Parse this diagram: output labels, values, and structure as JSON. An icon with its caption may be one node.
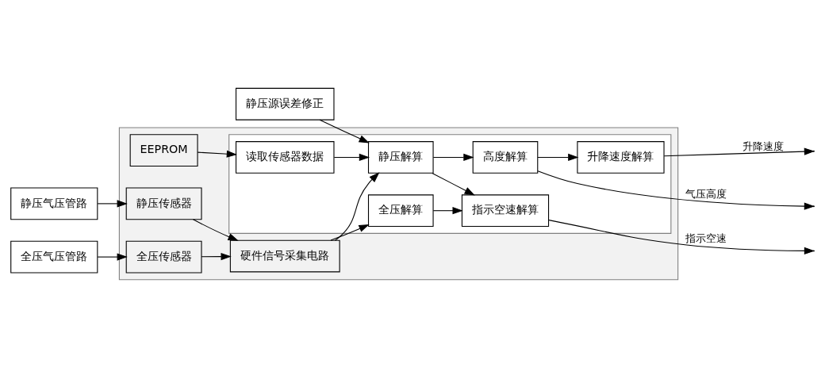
{
  "diagram": {
    "nodes": [
      {
        "text": [],
        "shape": "box"
      },
      {
        "text": [],
        "shape": "box",
        "in": 0
      },
      {
        "text": [
          "EEPROM"
        ],
        "in": 0
      },
      {
        "text": [
          "读取传感器数据"
        ],
        "in": 1
      },
      {
        "text": [
          "升降速度解算"
        ],
        "in": 1
      },
      {
        "text": [
          "静压源误差修正"
        ]
      },
      {
        "text": [
          "静压气压管路"
        ]
      },
      {
        "text": [
          "静压传感器"
        ],
        "in": 0
      },
      {
        "text": [
          "硬件信号采集电路"
        ],
        "in": 0
      },
      {
        "text": [
          "静压解算"
        ],
        "in": 1
      },
      {
        "text": [
          "高度解算"
        ],
        "in": 1
      },
      {
        "text": [
          "全压解算"
        ],
        "in": 1
      },
      {
        "text": [
          "指示空速解算"
        ],
        "in": 1
      },
      {
        "text": [
          "全压气压管路"
        ]
      },
      {
        "text": [
          "全压传感器"
        ],
        "in": 0
      }
    ],
    "edges": [
      {
        "from": 2,
        "to": 3,
        "arrow": "to"
      },
      {
        "from": 3,
        "to": 9,
        "arrow": "to"
      },
      {
        "from": 5,
        "to": 9,
        "arrow": "to"
      },
      {
        "from": 6,
        "to": 7,
        "arrow": "to"
      },
      {
        "from": 7,
        "to": 8,
        "arrow": "to"
      },
      {
        "from": 13,
        "to": 14,
        "arrow": "to"
      },
      {
        "from": 14,
        "to": 8,
        "arrow": "to"
      },
      {
        "from": 8,
        "to": 9,
        "arrow": "to"
      },
      {
        "from": 8,
        "to": 11,
        "arrow": "to"
      },
      {
        "from": 9,
        "to": 10,
        "arrow": "to"
      },
      {
        "from": 9,
        "to": 12,
        "arrow": "to"
      },
      {
        "from": 11,
        "to": 12,
        "arrow": "to"
      },
      {
        "from": 10,
        "to": 4,
        "arrow": "to"
      },
      {
        "from": 4,
        "to": null,
        "arrow": "to",
        "label": "升降速度"
      },
      {
        "from": 10,
        "to": null,
        "arrow": "to",
        "label": "气压高度"
      },
      {
        "from": 12,
        "to": null,
        "arrow": "to",
        "label": "指示空速"
      }
    ]
  }
}
